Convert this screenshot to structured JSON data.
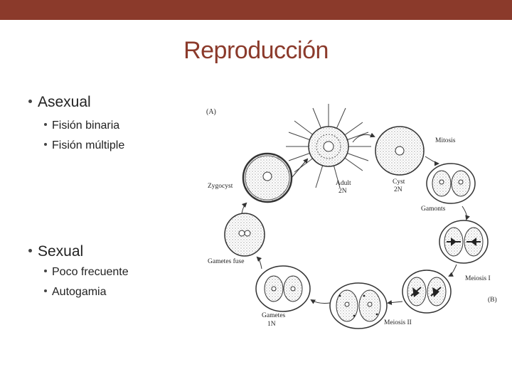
{
  "slide": {
    "title": "Reproducción",
    "bullets": [
      {
        "label": "Asexual",
        "sub": [
          "Fisión binaria",
          "Fisión múltiple"
        ]
      },
      {
        "label": "Sexual",
        "sub": [
          "Poco frecuente",
          "Autogamia"
        ]
      }
    ]
  },
  "figure": {
    "panel_a": "(A)",
    "panel_b": "(B)",
    "labels": {
      "mitosis": "Mitosis",
      "cyst": "Cyst",
      "cyst_ploidy": "2N",
      "adult": "Adult",
      "adult_ploidy": "2N",
      "zygocyst": "Zygocyst",
      "gamonts": "Gamonts",
      "gametes_fuse": "Gametes fuse",
      "meiosis_i": "Meiosis I",
      "meiosis_ii": "Meiosis II",
      "gametes": "Gametes",
      "gametes_ploidy": "1N"
    }
  },
  "colors": {
    "accent": "#8b3a2b"
  }
}
